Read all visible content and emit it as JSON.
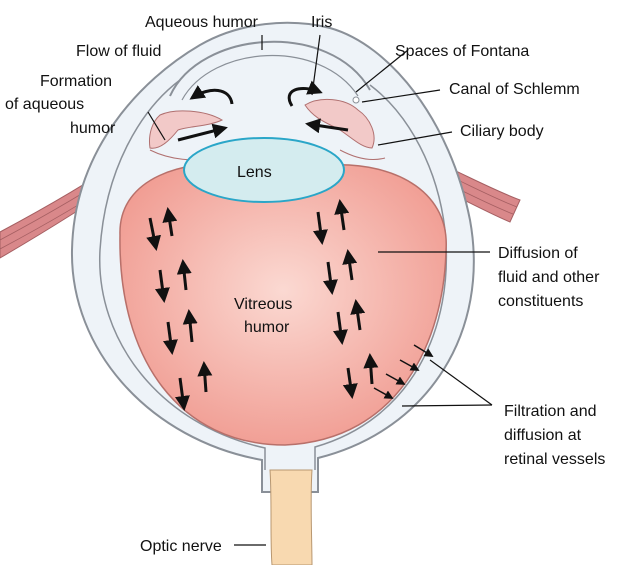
{
  "diagram": {
    "colors": {
      "outer_wall": "#eef3f8",
      "outer_stroke": "#8a9098",
      "muscle": "#d9888a",
      "vitreous": "#f4aaa0",
      "lens_fill": "#d4ecef",
      "lens_stroke": "#2aa6c8",
      "nerve": "#f8d9b0",
      "arrow": "#111111"
    },
    "labels": {
      "aqueous_humor": "Aqueous humor",
      "iris": "Iris",
      "flow_of_fluid": "Flow of fluid",
      "spaces_of_fontana": "Spaces of Fontana",
      "formation_line1": "Formation",
      "formation_line2": "of aqueous",
      "formation_line3": "humor",
      "canal_of_schlemm": "Canal of Schlemm",
      "ciliary_body": "Ciliary body",
      "lens": "Lens",
      "diffusion_line1": "Diffusion of",
      "diffusion_line2": "fluid and other",
      "diffusion_line3": "constituents",
      "vitreous_line1": "Vitreous",
      "vitreous_line2": "humor",
      "filtration_line1": "Filtration and",
      "filtration_line2": "diffusion at",
      "filtration_line3": "retinal vessels",
      "optic_nerve": "Optic nerve"
    }
  }
}
